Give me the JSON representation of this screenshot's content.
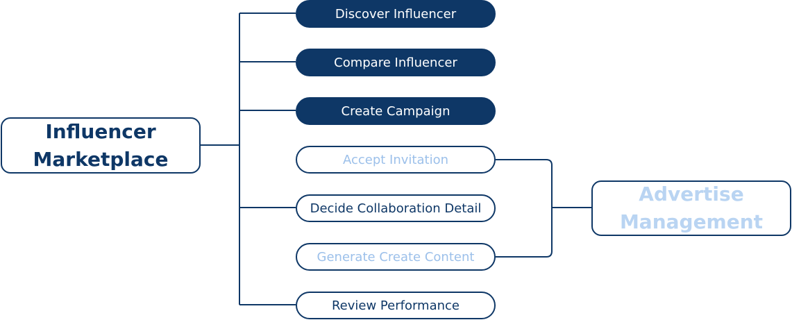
{
  "palette": {
    "navy": "#0e3766",
    "light_blue": "#9cc0ea",
    "white": "#ffffff"
  },
  "left_node": {
    "lines": [
      "Influencer",
      "Marketplace"
    ]
  },
  "right_node": {
    "lines": [
      "Advertise",
      "Management"
    ]
  },
  "steps": [
    {
      "label": "Discover Influencer",
      "style": "dark"
    },
    {
      "label": "Compare Influencer",
      "style": "dark"
    },
    {
      "label": "Create Campaign",
      "style": "dark"
    },
    {
      "label": "Accept Invitation",
      "style": "light"
    },
    {
      "label": "Decide Collaboration Detail",
      "style": "outline"
    },
    {
      "label": "Generate Create Content",
      "style": "light"
    },
    {
      "label": "Review Performance",
      "style": "outline"
    }
  ]
}
